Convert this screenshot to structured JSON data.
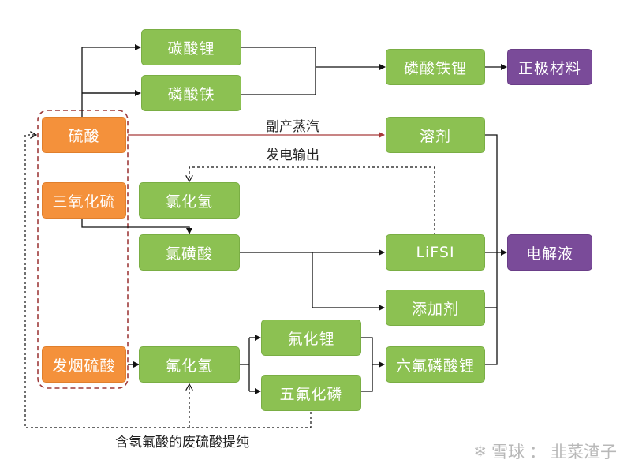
{
  "nodes": {
    "lithium_carbonate": "碳酸锂",
    "iron_phosphate": "磷酸铁",
    "lfp": "磷酸铁锂",
    "cathode": "正极材料",
    "sulfuric_acid": "硫酸",
    "sulfur_trioxide": "三氧化硫",
    "oleum": "发烟硫酸",
    "solvent": "溶剂",
    "hydrogen_chloride": "氯化氢",
    "chlorosulfonic_acid": "氯磺酸",
    "lifsi": "LiFSI",
    "electrolyte": "电解液",
    "additive": "添加剂",
    "lithium_fluoride": "氟化锂",
    "hydrogen_fluoride": "氟化氢",
    "phosphorus_pentafluoride": "五氟化磷",
    "lipf6": "六氟磷酸锂"
  },
  "labels": {
    "steam_byproduct": "副产蒸汽",
    "power_output": "发电输出",
    "waste_acid_purification": "含氢氟酸的废硫酸提纯"
  },
  "watermark": {
    "site": "雪球",
    "author": "韭菜渣子",
    "separator": "："
  },
  "colors": {
    "green": "#8cc152",
    "orange": "#f4913b",
    "purple": "#7a4b99",
    "dashed_group": "#9e3b3b",
    "red_arrow": "#a83a3a"
  }
}
